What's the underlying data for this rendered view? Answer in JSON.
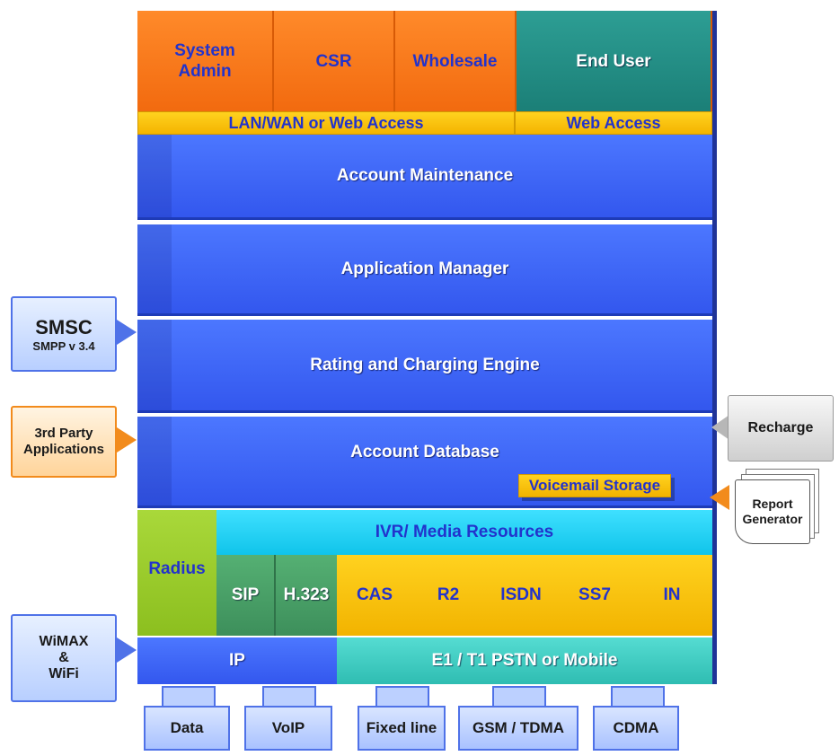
{
  "roles": [
    "System Admin",
    "CSR",
    "Wholesale",
    "End User"
  ],
  "access": {
    "lan_wan": "LAN/WAN or Web Access",
    "web": "Web Access"
  },
  "layers": [
    "Account Maintenance",
    "Application Manager",
    "Rating and Charging Engine",
    "Account Database"
  ],
  "voicemail": "Voicemail Storage",
  "radius": "Radius",
  "ivr": "IVR/ Media Resources",
  "protocols": [
    "SIP",
    "H.323",
    "CAS",
    "R2",
    "ISDN",
    "SS7",
    "IN"
  ],
  "transport": {
    "ip": "IP",
    "pstn": "E1 / T1 PSTN or Mobile"
  },
  "side_left": {
    "smsc_title": "SMSC",
    "smsc_sub": "SMPP v 3.4",
    "third_party": "3rd Party Applications",
    "wimax_1": "WiMAX",
    "wimax_2": "&",
    "wimax_3": "WiFi"
  },
  "side_right": {
    "recharge": "Recharge",
    "report": "Report Generator"
  },
  "bottom_inputs": [
    "Data",
    "VoIP",
    "Fixed line",
    "GSM / TDMA",
    "CDMA"
  ],
  "colors": {
    "layer_blue": "#3f66f8",
    "role_orange": "#f47a1c",
    "end_user_teal": "#239088",
    "access_gold": "#f9c20c",
    "ivr_cyan": "#18d0f2",
    "radius_green": "#9bcc2a",
    "pstn_teal": "#3fcfc4"
  }
}
